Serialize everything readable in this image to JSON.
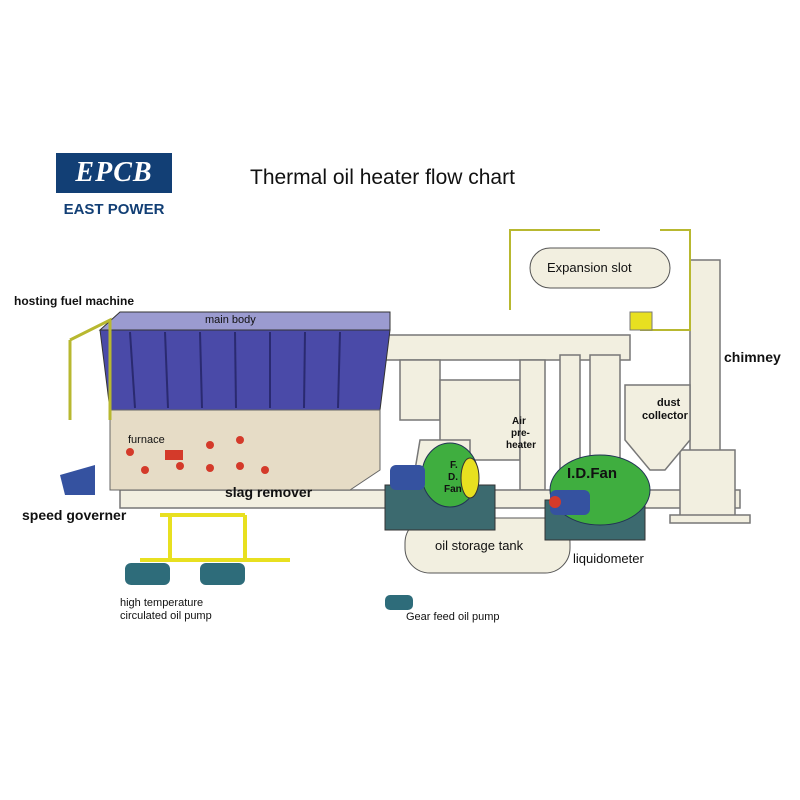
{
  "logo": {
    "mark": "EPCB",
    "company": "EAST POWER"
  },
  "title": "Thermal oil heater flow chart",
  "labels": {
    "hosting_fuel_machine": "hosting fuel machine",
    "main_body": "main body",
    "furnace": "furnace",
    "slag_remover": "slag remover",
    "speed_governer": "speed governer",
    "high_temp_pump_line1": "high temperature",
    "high_temp_pump_line2": "circulated oil pump",
    "expansion_slot": "Expansion slot",
    "chimney": "chimney",
    "dust_collector_line1": "dust",
    "dust_collector_line2": "collector",
    "air_preheater_line1": "Air",
    "air_preheater_line2": "pre-",
    "air_preheater_line3": "heater",
    "fd_fan_line1": "F.",
    "fd_fan_line2": "D.",
    "fd_fan_line3": "Fan",
    "id_fan": "I.D.Fan",
    "oil_storage_tank": "oil storage tank",
    "liquidometer": "liquidometer",
    "gear_feed_oil_pump": "Gear feed oil pump"
  },
  "colors": {
    "brand": "#123f75",
    "boiler": "#4a4aa8",
    "fan": "#3fae3f",
    "pipe": "#f2efe0",
    "accent": "#e8e020"
  }
}
